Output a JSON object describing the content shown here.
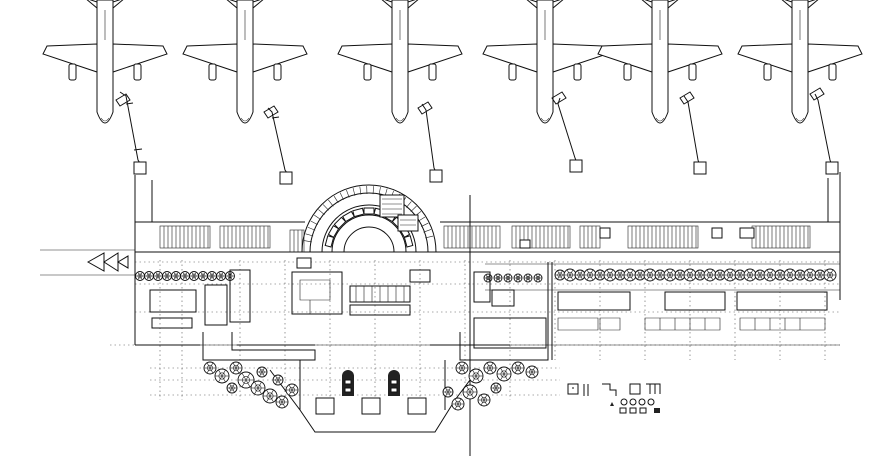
{
  "drawing": {
    "subject": "airport-terminal-site-plan",
    "aircraft_count": 6,
    "jet_bridge_count": 6
  },
  "colors": {
    "background": "#ffffff",
    "line": "#111111",
    "grid": "#555555"
  },
  "icons": [
    "airplane-icon",
    "tree-icon",
    "arrow-left-icon"
  ]
}
